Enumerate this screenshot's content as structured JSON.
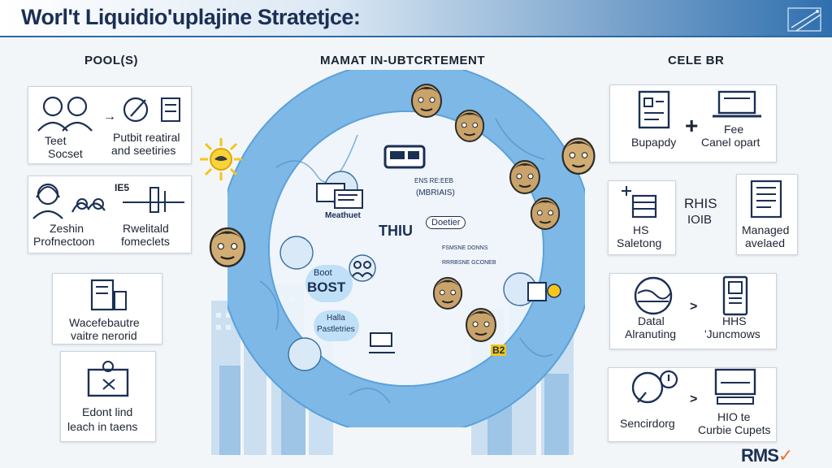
{
  "header": {
    "title": "Worl't Liquidio'uplajine Stratetjce:"
  },
  "columns": {
    "left": "POOL(S)",
    "center": "MAMAT IN-UBTCRTEMENT",
    "right": "CELE BR"
  },
  "left_cards": {
    "card1": {
      "a": [
        "Teet",
        "Socset"
      ],
      "b": [
        "Putbit reatiral",
        "and seetiries"
      ]
    },
    "card2": {
      "a": [
        "Zeshin",
        "Profnectoon"
      ],
      "b": [
        "Rwelitald",
        "fomeclets"
      ],
      "tag": "IE5"
    },
    "card3": {
      "a": [
        "Wacefebautre",
        "vaitre nerorid"
      ]
    },
    "card4": {
      "a": [
        "Edont lind",
        "leach in taens"
      ]
    }
  },
  "center_labels": {
    "meatuet": "Meathuet",
    "thiu": "THIU",
    "doetier": "Doetier",
    "boot_small": "Boot",
    "boot_big": "BOST",
    "hala": [
      "Halla",
      "Pastletries"
    ],
    "tiny1": "ENS RE:EEB",
    "tiny2": "(MBRIAIS)",
    "tiny3": "FSMSNE DONNS",
    "tiny4": "RRRBSNE GCONEB",
    "badge": "B2"
  },
  "right_cards": {
    "card1": {
      "a": "Bupapdy",
      "b": [
        "Fee",
        "Canel opart"
      ]
    },
    "card2": {
      "a": [
        "HS",
        "Saletong"
      ],
      "mid": [
        "RHIS",
        "IOIB"
      ],
      "b": [
        "Managed",
        "avelaed"
      ]
    },
    "card3": {
      "a": [
        "Datal",
        "Alranuting"
      ],
      "b": [
        "HHS",
        "'Juncmows"
      ]
    },
    "card4": {
      "a": "Sencirdorg",
      "b": [
        "HIO te",
        "Curbie Cupets"
      ]
    }
  },
  "logo": {
    "text": "RMS"
  },
  "colors": {
    "accent": "#2b6aa8",
    "ring": "#7db8e6",
    "card_border": "#c9d5e2",
    "ink": "#1d2433",
    "sun": "#f5c518"
  }
}
